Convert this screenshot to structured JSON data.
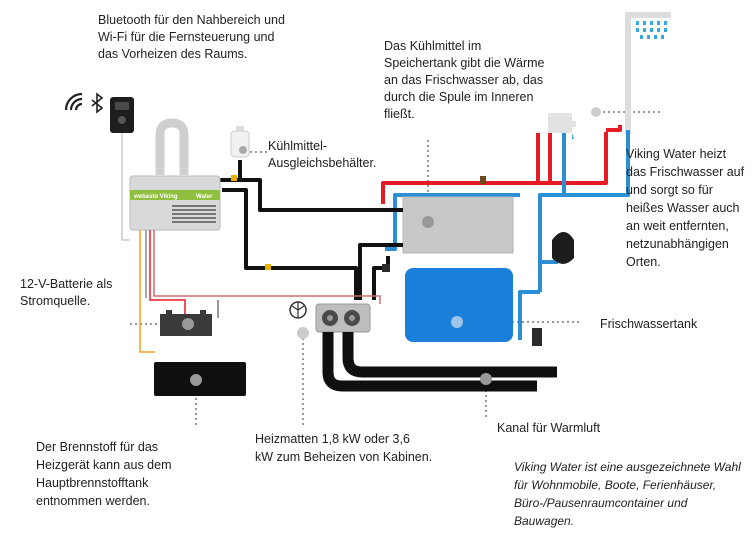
{
  "labels": {
    "bluetooth": [
      "Bluetooth für den Nahbereich und",
      "Wi-Fi für die Fernsteuerung und",
      "das Vorheizen des Raums."
    ],
    "coolant_tank": [
      "Das Kühlmittel im",
      "Speichertank gibt die Wärme",
      "an das Frischwasser ab, das",
      "durch die Spule im Inneren",
      "fließt."
    ],
    "expansion": [
      "Kühlmittel-",
      "Ausgleichsbehälter."
    ],
    "viking_heats": [
      "Viking Water heizt",
      "das Frischwasser auf",
      "und sorgt so für",
      "heißes Wasser auch",
      "an weit entfernten,",
      "netzunabhängigen",
      "Orten."
    ],
    "battery": [
      "12-V-Batterie als",
      "Stromquelle."
    ],
    "fresh_tank": [
      "Frischwassertank"
    ],
    "fuel": [
      "Der Brennstoff für das",
      "Heizgerät kann aus dem",
      "Hauptbrennstofftank",
      "entnommen werden."
    ],
    "heat_mats": [
      "Heizmatten 1,8 kW oder 3,6",
      "kW zum Beheizen von Kabinen."
    ],
    "warm_air": [
      "Kanal für Warmluft"
    ]
  },
  "note": [
    "Viking Water ist eine ausgezeichnete Wahl",
    "für Wohnmobile, Boote, Ferienhäuser,",
    "Büro-/Pausenraumcontainer und",
    "Bauwagen."
  ],
  "heater_unit": {
    "brand": "webasto Viking",
    "model": "Water"
  },
  "icons": [
    "wifi-icon",
    "bluetooth-icon",
    "shower-icon",
    "faucet-icon",
    "water-heater-icon"
  ],
  "colors": {
    "hot": "#e41b23",
    "cold": "#2b8fd6",
    "coolant": "#111111",
    "tank_fresh": "#1a7fd8",
    "tank_storage": "#c8c8c8",
    "heater_green": "#8fbf3f"
  }
}
